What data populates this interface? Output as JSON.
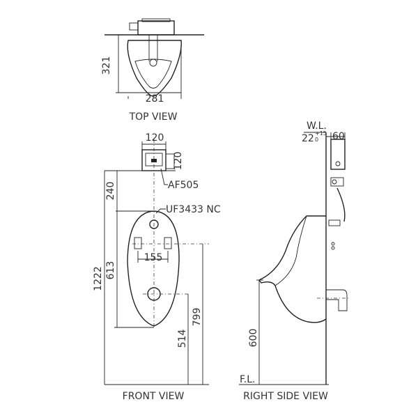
{
  "views": {
    "top": "TOP VIEW",
    "front": "FRONT VIEW",
    "right_side": "RIGHT SIDE VIEW"
  },
  "dimensions": {
    "top_depth": "321",
    "top_width": "281",
    "sensor_width": "120",
    "sensor_height": "120",
    "outlet_from_top": "240",
    "bowl_inlet_height": "613",
    "overall_height": "1222",
    "hole_spacing": "155",
    "hole_height": "799",
    "outlet_height": "514",
    "rim_height": "600",
    "wall_depth": "60",
    "water_level_offset": "22",
    "tolerance_upper": "+15",
    "tolerance_lower": "0"
  },
  "labels": {
    "sensor_model": "AF505",
    "urinal_model": "UF3433 NC",
    "water_level": "W.L.",
    "floor_level": "F.L."
  }
}
